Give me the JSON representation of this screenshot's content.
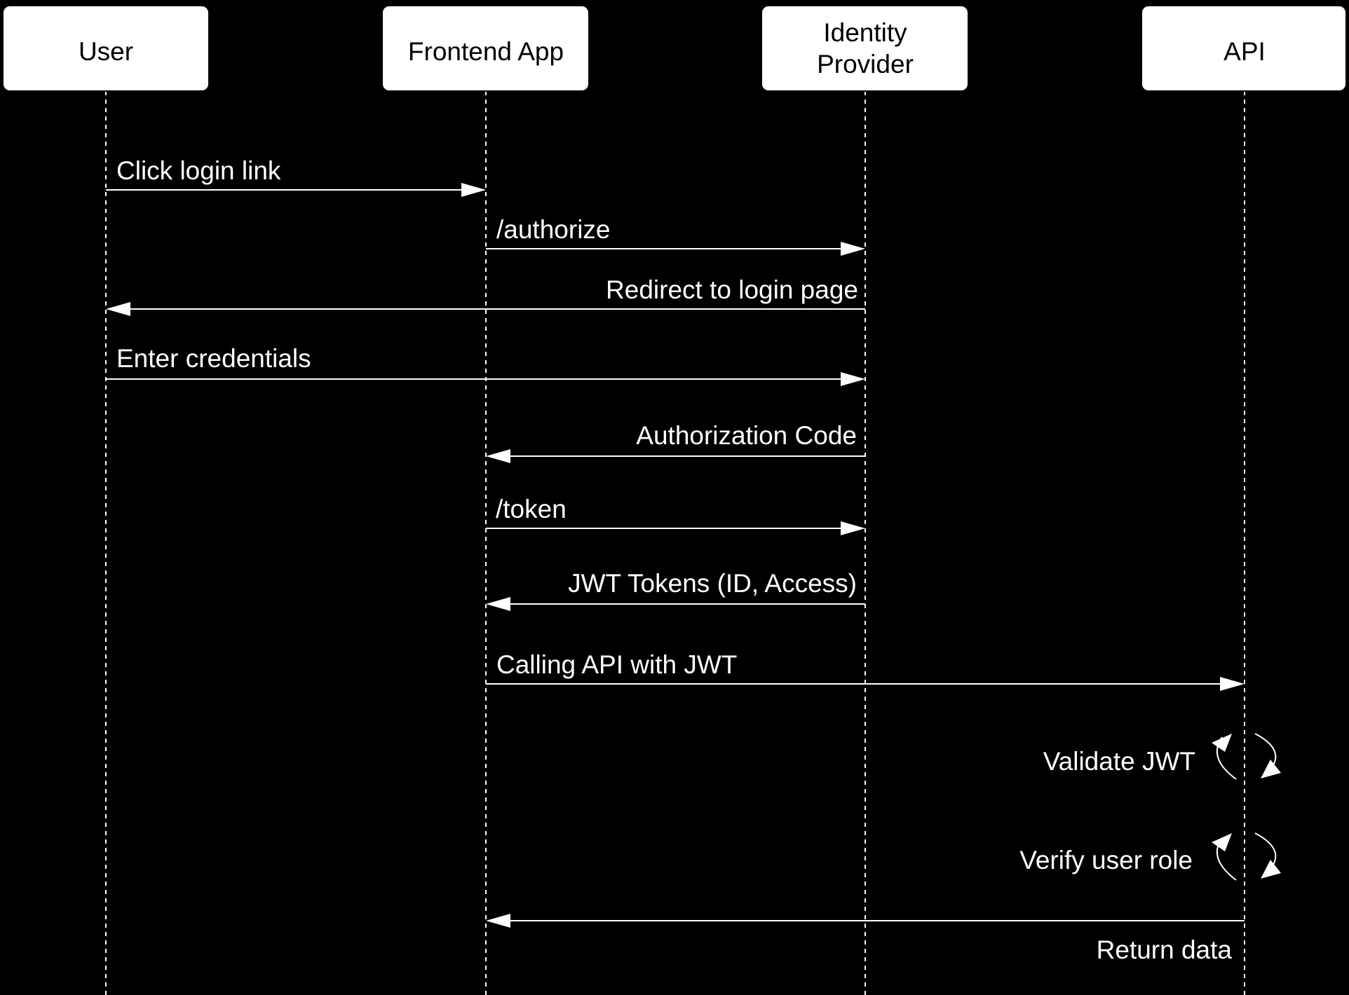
{
  "diagram": {
    "participants": [
      {
        "id": "user",
        "lines": [
          "User"
        ]
      },
      {
        "id": "frontend",
        "lines": [
          "Frontend App"
        ]
      },
      {
        "id": "idp",
        "lines": [
          "Identity",
          "Provider"
        ]
      },
      {
        "id": "api",
        "lines": [
          "API"
        ]
      }
    ],
    "messages": [
      {
        "from": "user",
        "to": "frontend",
        "label": "Click login link"
      },
      {
        "from": "frontend",
        "to": "idp",
        "label": "/authorize"
      },
      {
        "from": "idp",
        "to": "user",
        "label": "Redirect to login page"
      },
      {
        "from": "user",
        "to": "idp",
        "label": "Enter credentials"
      },
      {
        "from": "idp",
        "to": "frontend",
        "label": "Authorization Code"
      },
      {
        "from": "frontend",
        "to": "idp",
        "label": "/token"
      },
      {
        "from": "idp",
        "to": "frontend",
        "label": "JWT Tokens (ID, Access)"
      },
      {
        "from": "frontend",
        "to": "api",
        "label": "Calling API with JWT"
      },
      {
        "from": "api",
        "to": "api",
        "label": "Validate JWT"
      },
      {
        "from": "api",
        "to": "api",
        "label": "Verify user role"
      },
      {
        "from": "api",
        "to": "frontend",
        "label": "Return data"
      }
    ],
    "colors": {
      "background": "#000000",
      "foreground": "#ffffff",
      "box_fill": "#ffffff",
      "box_text": "#000000"
    }
  }
}
